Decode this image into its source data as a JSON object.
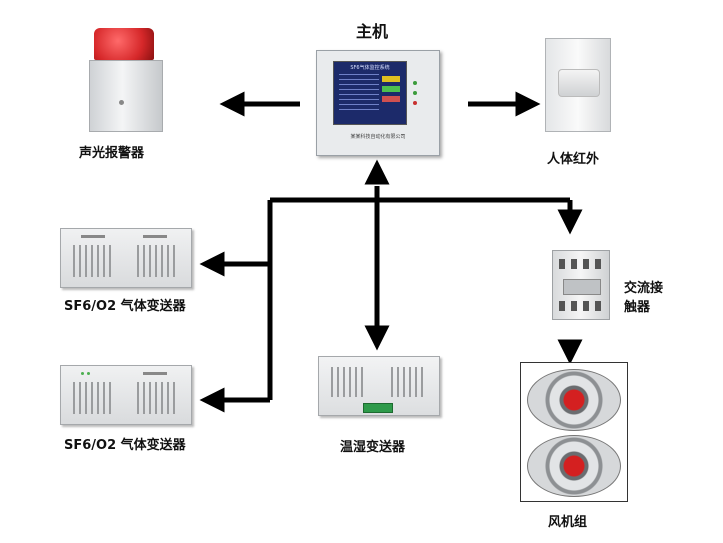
{
  "diagram": {
    "host_label": "主机",
    "host_screen_title": "SF6气体监控系统",
    "host_footer": "某某科技自动化有限公司",
    "alarm_label": "声光报警器",
    "pir_label": "人体红外",
    "gas_sensor_label_1": "SF6/O2 气体变送器",
    "gas_sensor_label_2": "SF6/O2 气体变送器",
    "humidity_sensor_label": "温湿变送器",
    "contactor_label_line1": "交流接",
    "contactor_label_line2": "触器",
    "fan_group_label": "风机组"
  },
  "colors": {
    "arrow": "#000000",
    "device_body": "#e6e8ea",
    "host_screen": "#1c2a6a",
    "alarm_red": "#d6282a",
    "fan_red": "#d42020"
  }
}
